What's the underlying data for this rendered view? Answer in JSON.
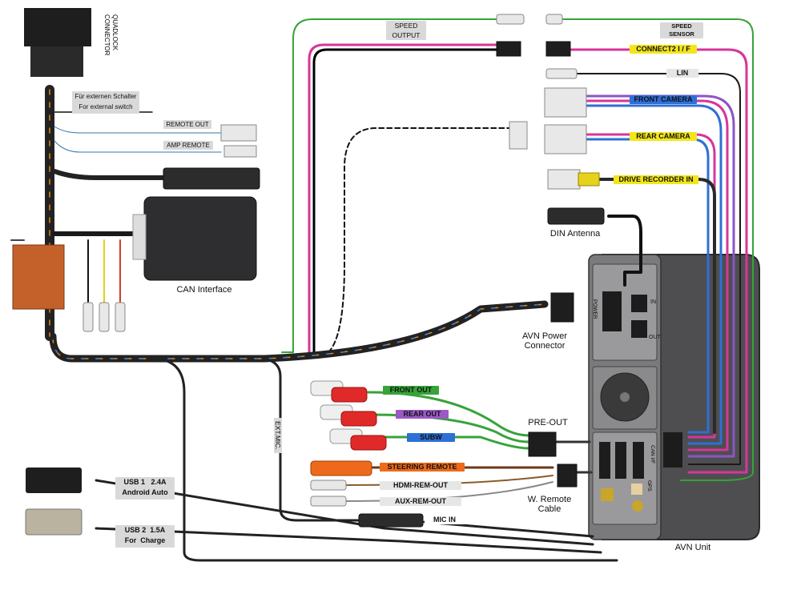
{
  "connector_labels": {
    "quadlock": "QUADLOCK\nCONNECTOR",
    "ext_switch_de": "Für externen Schalter",
    "ext_switch_en": "For external switch",
    "remote_out": "REMOTE OUT",
    "amp_remote": "AMP REMOTE",
    "can_interface": "CAN Interface",
    "speed_output": "SPEED\nOUTPUT",
    "speed_sensor": "SPEED\nSENSOR",
    "connect2": "CONNECT2  I / F",
    "lin": "LIN",
    "front_camera": "FRONT CAMERA",
    "rear_camera": "REAR CAMERA",
    "drive_recorder": "DRIVE RECORDER IN",
    "din_antenna": "DIN  Antenna",
    "avn_power": "AVN Power\nConnector",
    "front_out": "FRONT OUT",
    "rear_out": "REAR OUT",
    "subw": "SUBW",
    "pre_out": "PRE-OUT",
    "steering_remote": "STEERING REMOTE",
    "hdmi_rem_out": "HDMI-REM-OUT",
    "aux_rem_out": "AUX-REM-OUT",
    "mic_in": "MIC  IN",
    "w_remote": "W. Remote\nCable",
    "ext_mic": "EXT.MIC.",
    "usb1": "USB 1   2.4A\nAndroid Auto",
    "usb2": "USB 2  1.5A\nFor  Charge",
    "avn_unit": "AVN Unit"
  },
  "unit_labels": {
    "power": "POWER",
    "in": "IN",
    "out": "OUT",
    "can_if": "CAN I/F",
    "gps": "GPS"
  },
  "colors": {
    "label_gray": "#d9d9d9",
    "yellow": "#f2e61a",
    "blue": "#2f6fd6",
    "green": "#37a33a",
    "purple": "#9a59c4",
    "orange": "#ee6a1a",
    "unit_body": "#5a5a5c"
  }
}
